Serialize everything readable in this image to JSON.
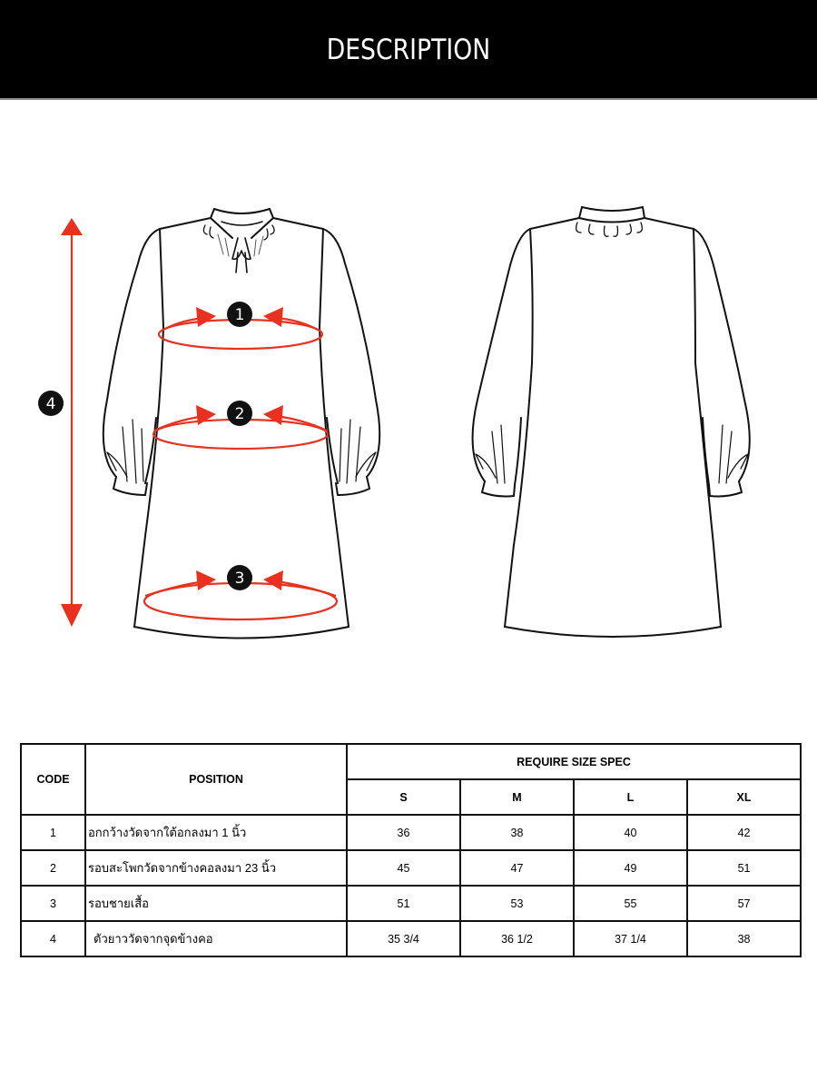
{
  "header": {
    "title": "DESCRIPTION",
    "background": "#000000",
    "text_color": "#ffffff"
  },
  "illustration": {
    "front_view": {
      "label": "dress-front",
      "markers": [
        {
          "number": "1",
          "meaning": "chest"
        },
        {
          "number": "2",
          "meaning": "hip"
        },
        {
          "number": "3",
          "meaning": "hem"
        },
        {
          "number": "4",
          "meaning": "length"
        }
      ]
    },
    "back_view": {
      "label": "dress-back"
    },
    "accent_color": "#e8321f",
    "marker_color": "#000000"
  },
  "table": {
    "headers": {
      "code": "CODE",
      "position": "POSITION",
      "group": "REQUIRE SIZE SPEC",
      "sizes": [
        "S",
        "M",
        "L",
        "XL"
      ]
    },
    "rows": [
      {
        "code": "1",
        "position": "อกกว้างวัดจากใต้อกลงมา 1 นิ้ว",
        "values": [
          "36",
          "38",
          "40",
          "42"
        ]
      },
      {
        "code": "2",
        "position": "รอบสะโพกวัดจากข้างคอลงมา 23 นิ้ว",
        "values": [
          "45",
          "47",
          "49",
          "51"
        ]
      },
      {
        "code": "3",
        "position": "รอบชายเสื้อ",
        "values": [
          "51",
          "53",
          "55",
          "57"
        ]
      },
      {
        "code": "4",
        "position": "ตัวยาววัดจากจุดข้างคอ",
        "values": [
          "35 3/4",
          "36 1/2",
          "37 1/4",
          "38"
        ]
      }
    ]
  }
}
